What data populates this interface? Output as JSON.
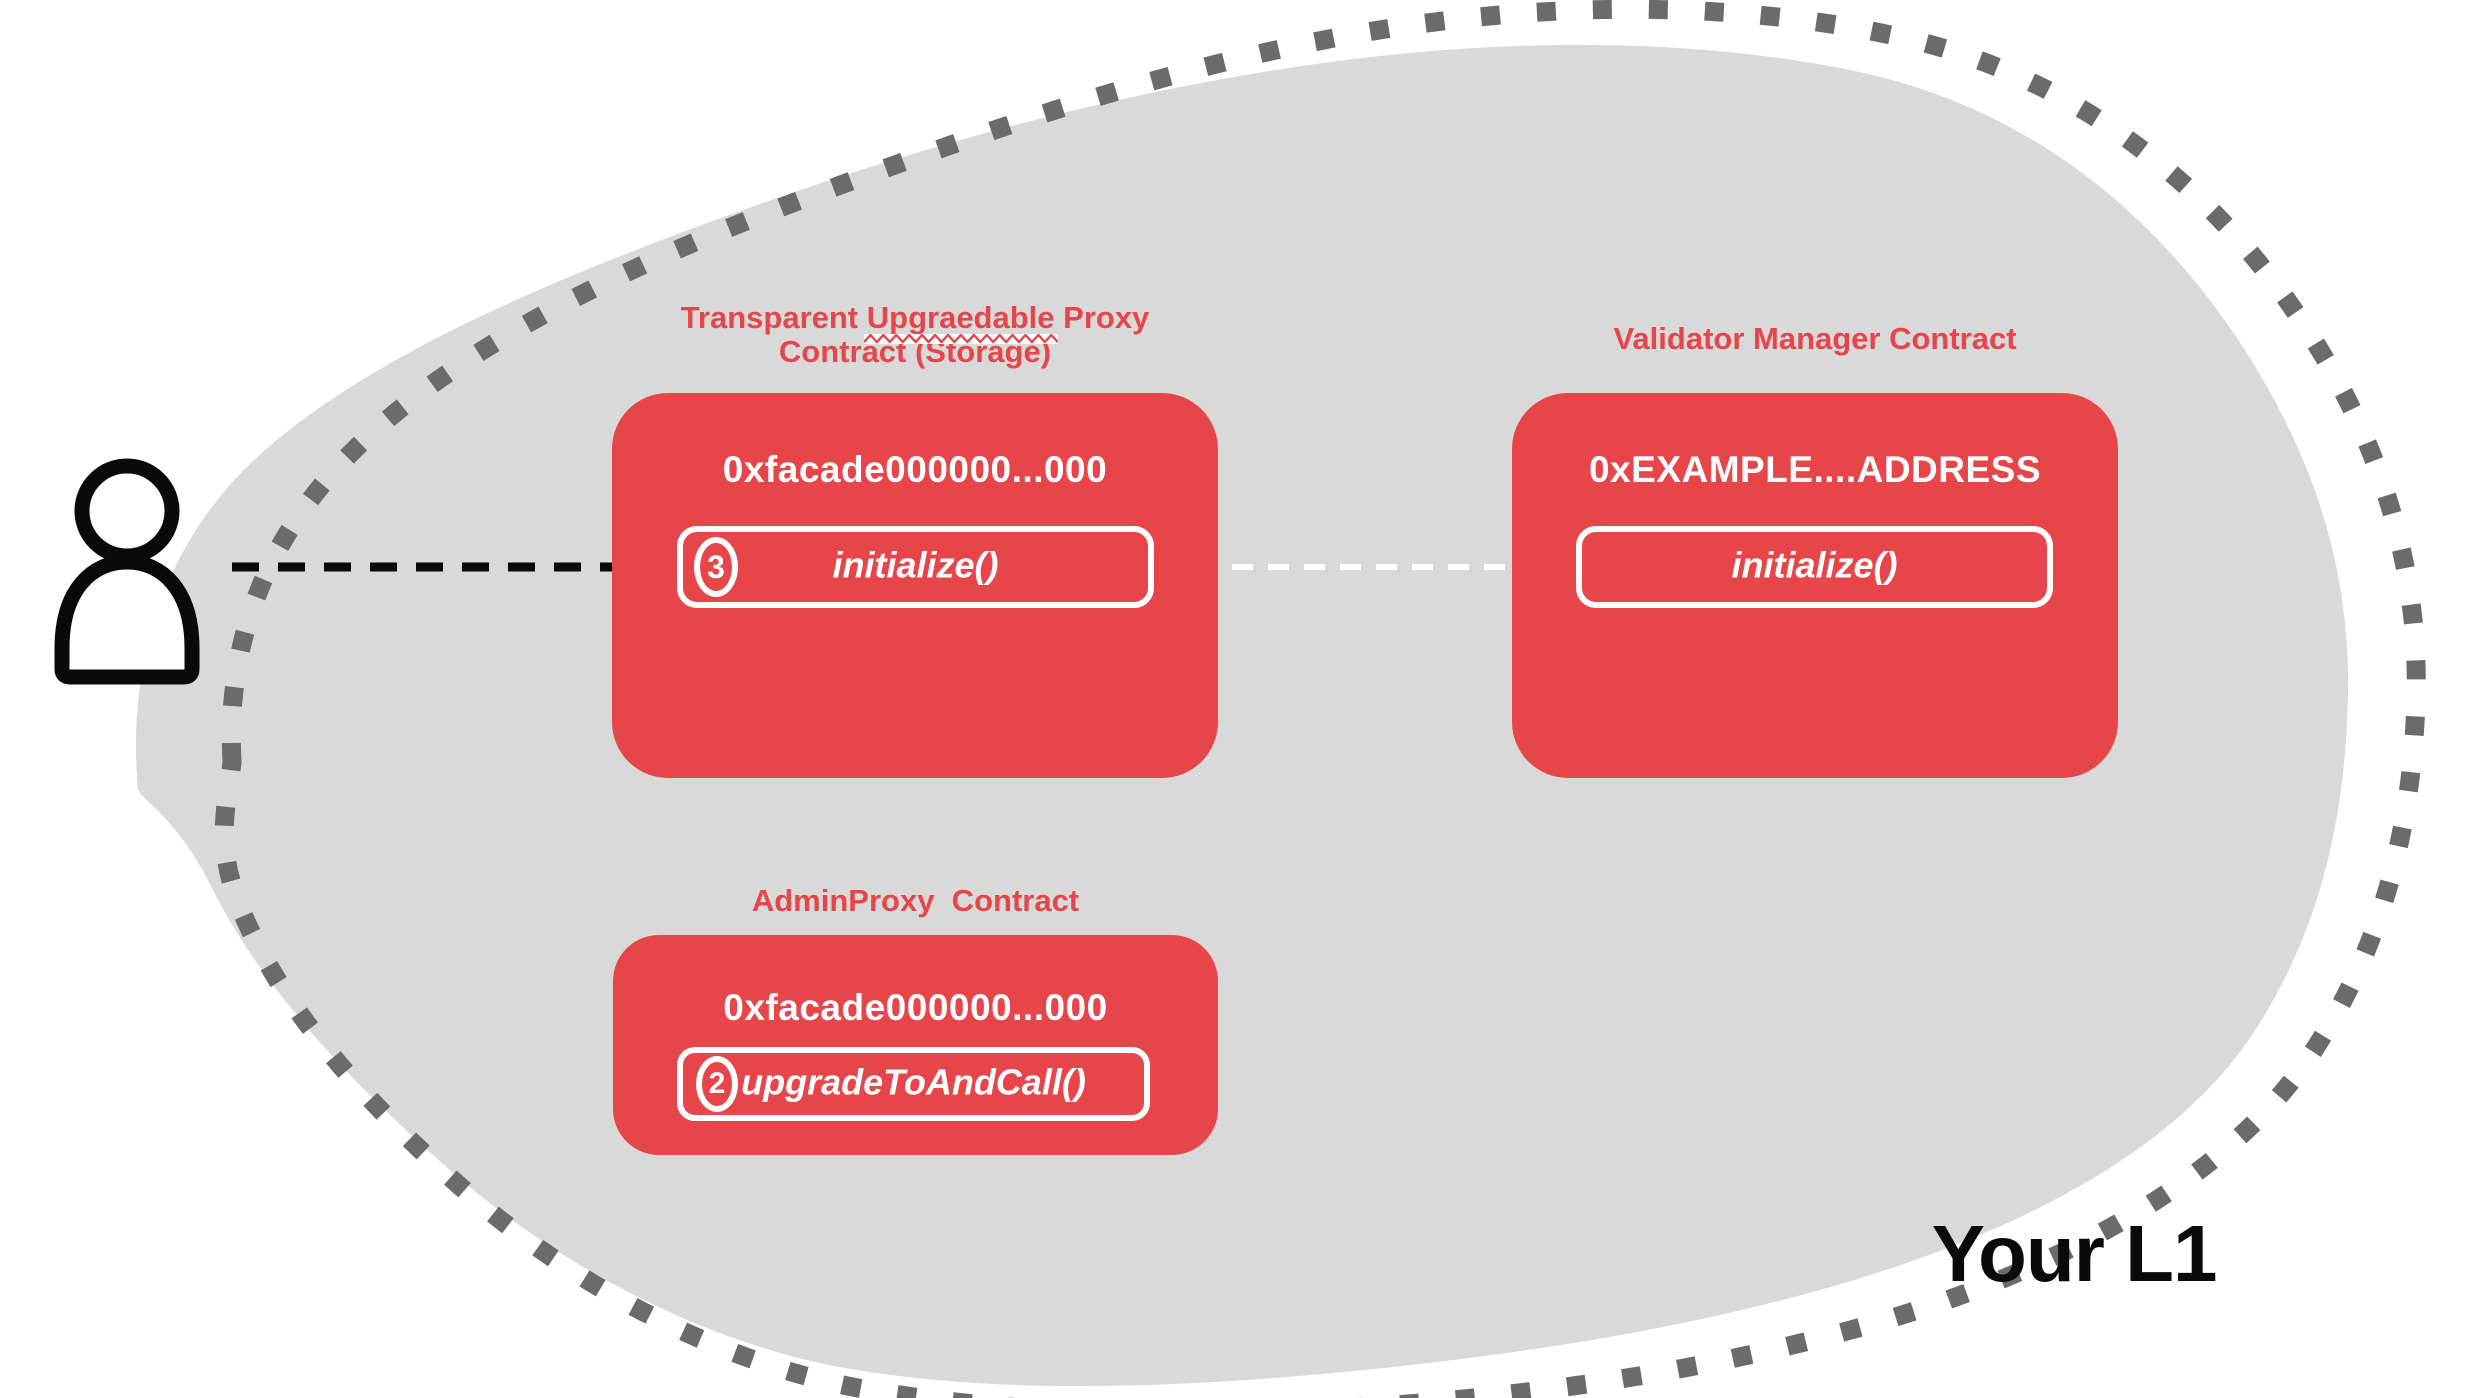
{
  "colors": {
    "red": "#E6454A",
    "blob": "#D9D9D9",
    "dots": "#6B6B6B",
    "ink": "#0A0A0A",
    "white": "#FFFFFF"
  },
  "region": {
    "label": "Your L1"
  },
  "icons": {
    "user": "person-outline-icon"
  },
  "steps": {
    "upgrade": "2",
    "initialize": "3"
  },
  "contracts": {
    "proxy": {
      "title_pre": "Transparent ",
      "title_misspelled": "Upgraedable",
      "title_post": " Proxy",
      "title_line2": "Contract (Storage)",
      "address": "0xfacade000000...000",
      "method": "initialize()"
    },
    "validator": {
      "title": "Validator Manager Contract",
      "address": "0xEXAMPLE....ADDRESS",
      "method": "initialize()"
    },
    "admin": {
      "title": "AdminProxy  Contract",
      "address": "0xfacade000000...000",
      "method": "upgradeToAndCall()"
    }
  }
}
